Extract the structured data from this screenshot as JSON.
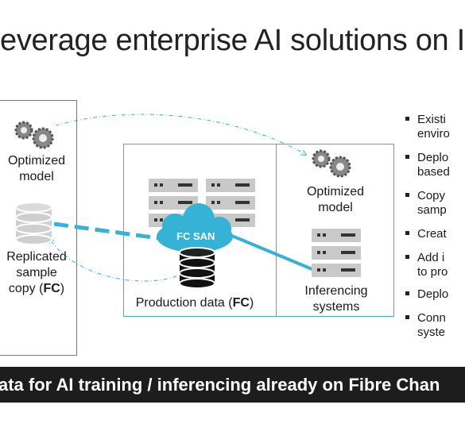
{
  "title": "everage enterprise AI solutions on I",
  "left_panel": {
    "optimized_model": [
      "Optimized",
      "model"
    ],
    "replicated": [
      "Replicated",
      "sample",
      "copy (",
      "FC",
      ")"
    ]
  },
  "center": {
    "fc_san": "FC SAN",
    "production_data": [
      "Production data (",
      "FC",
      ")"
    ]
  },
  "right_panel": {
    "optimized_model": [
      "Optimized",
      "model"
    ],
    "inferencing": [
      "Inferencing",
      "systems"
    ]
  },
  "bullets": [
    [
      "Existi",
      "enviro"
    ],
    [
      "Deplo",
      "based"
    ],
    [
      "Copy",
      "samp"
    ],
    [
      "Creat"
    ],
    [
      "Add i",
      "to pro"
    ],
    [
      "Deplo"
    ],
    [
      "Conn",
      "syste"
    ]
  ],
  "banner": "ata for AI training / inferencing already on Fibre Chan",
  "colors": {
    "accent": "#35b2d6",
    "server": "#c9c9c9",
    "banner": "#1d1d1d"
  }
}
